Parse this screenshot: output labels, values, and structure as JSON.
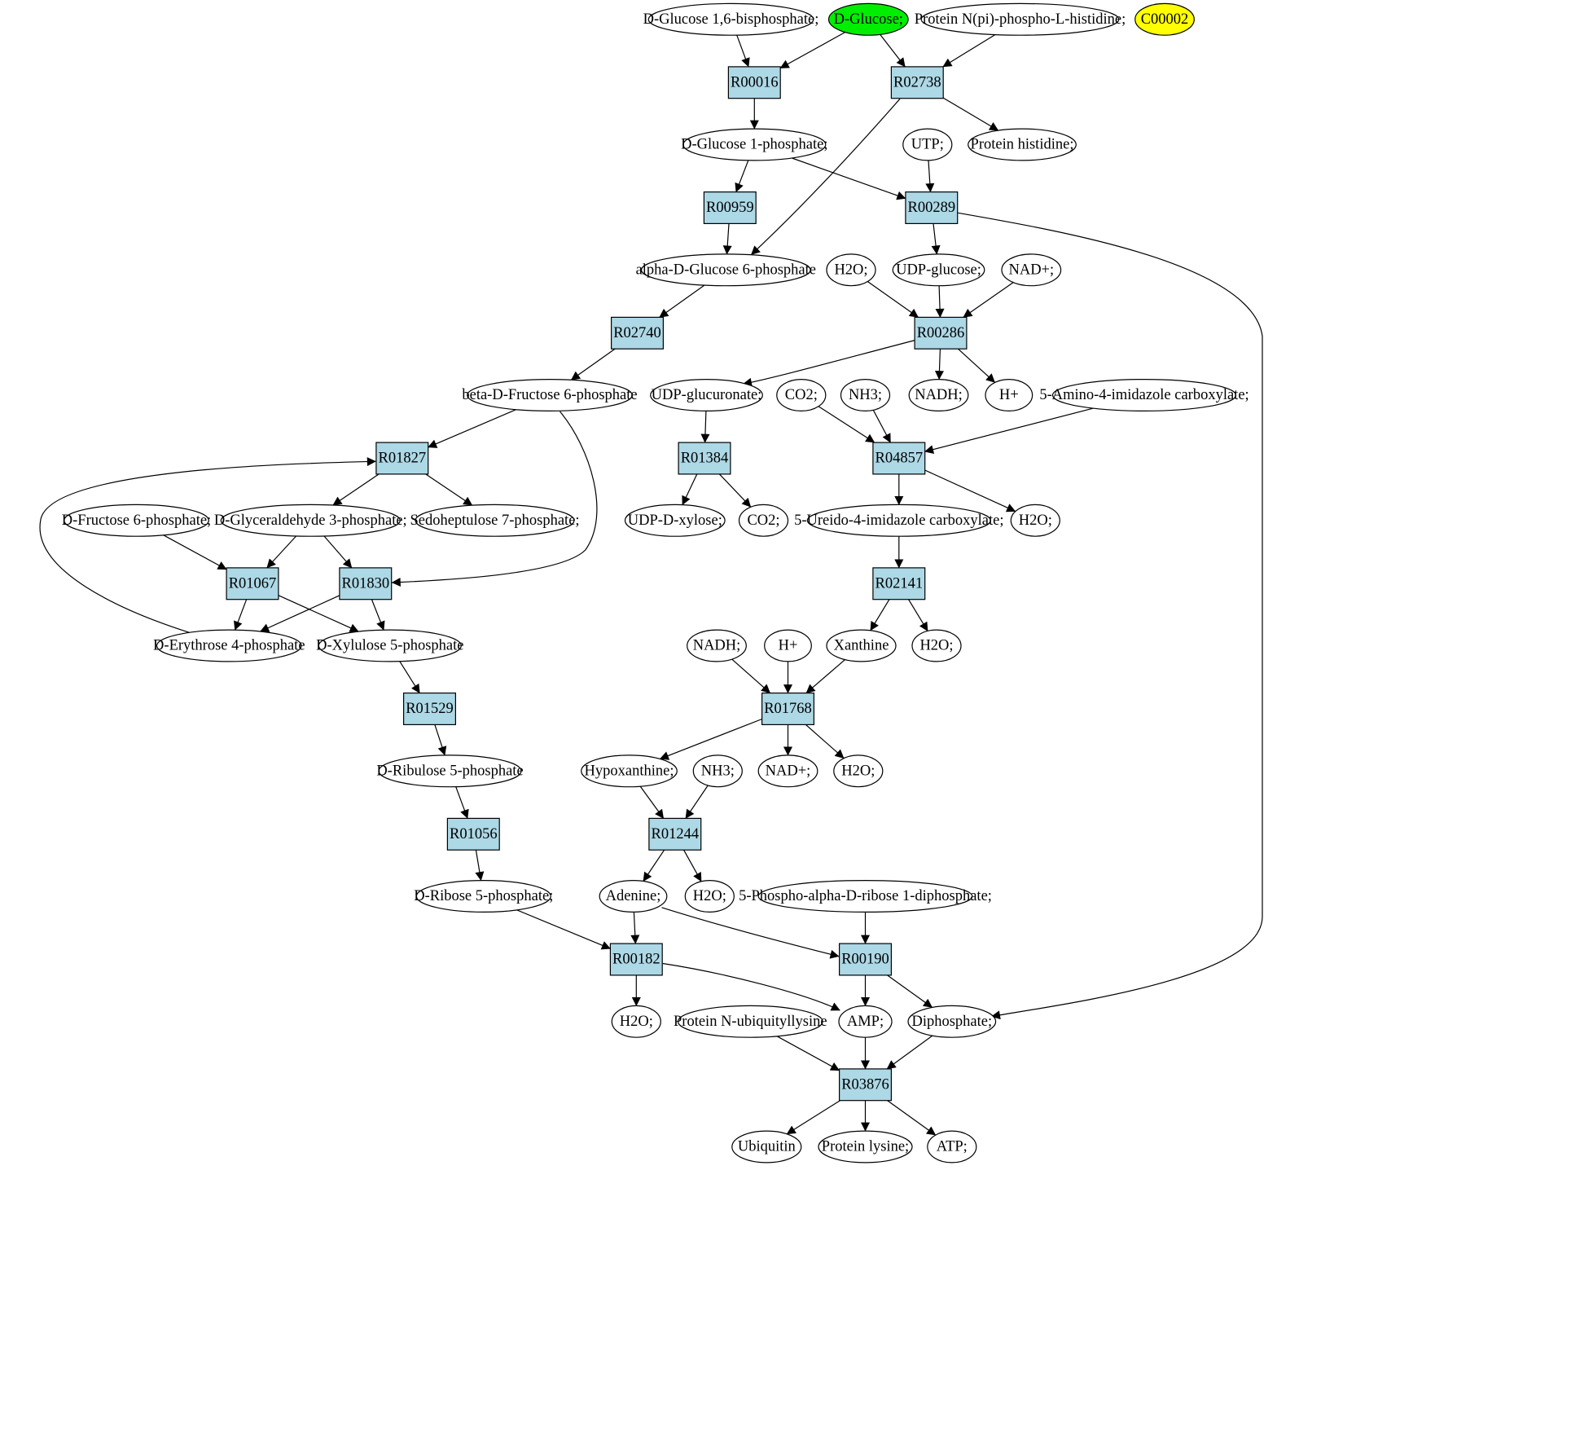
{
  "graph": {
    "colors": {
      "reaction_fill": "#add8e6",
      "compound_fill": "#ffffff",
      "highlight_green": "#00ee00",
      "highlight_yellow": "#ffff00",
      "edge": "#000000"
    },
    "reactions": [
      {
        "id": "r00016",
        "label": "R00016"
      },
      {
        "id": "r02738",
        "label": "R02738"
      },
      {
        "id": "r00959",
        "label": "R00959"
      },
      {
        "id": "r00289",
        "label": "R00289"
      },
      {
        "id": "r02740",
        "label": "R02740"
      },
      {
        "id": "r00286",
        "label": "R00286"
      },
      {
        "id": "r01827",
        "label": "R01827"
      },
      {
        "id": "r01384",
        "label": "R01384"
      },
      {
        "id": "r04857",
        "label": "R04857"
      },
      {
        "id": "r01067",
        "label": "R01067"
      },
      {
        "id": "r01830",
        "label": "R01830"
      },
      {
        "id": "r02141",
        "label": "R02141"
      },
      {
        "id": "r01529",
        "label": "R01529"
      },
      {
        "id": "r01768",
        "label": "R01768"
      },
      {
        "id": "r01056",
        "label": "R01056"
      },
      {
        "id": "r01244",
        "label": "R01244"
      },
      {
        "id": "r00182",
        "label": "R00182"
      },
      {
        "id": "r00190",
        "label": "R00190"
      },
      {
        "id": "r03876",
        "label": "R03876"
      }
    ],
    "compounds": [
      {
        "id": "c_g16bp",
        "label": "D-Glucose 1,6-bisphosphate;"
      },
      {
        "id": "c_glucose",
        "label": "D-Glucose;",
        "highlight": "green"
      },
      {
        "id": "c_protnpi",
        "label": "Protein N(pi)-phospho-L-histidine;"
      },
      {
        "id": "c_c00002",
        "label": "C00002",
        "highlight": "yellow"
      },
      {
        "id": "c_g1p",
        "label": "D-Glucose 1-phosphate;"
      },
      {
        "id": "c_utp",
        "label": "UTP;"
      },
      {
        "id": "c_prothis",
        "label": "Protein histidine;"
      },
      {
        "id": "c_ag6p",
        "label": "alpha-D-Glucose 6-phosphate"
      },
      {
        "id": "c_h2o_a",
        "label": "H2O;"
      },
      {
        "id": "c_udpglc",
        "label": "UDP-glucose;"
      },
      {
        "id": "c_nadp_a",
        "label": "NAD+;"
      },
      {
        "id": "c_bf6p",
        "label": "beta-D-Fructose 6-phosphate"
      },
      {
        "id": "c_udpglcu",
        "label": "UDP-glucuronate;"
      },
      {
        "id": "c_co2_a",
        "label": "CO2;"
      },
      {
        "id": "c_nh3_a",
        "label": "NH3;"
      },
      {
        "id": "c_nadh_a",
        "label": "NADH;"
      },
      {
        "id": "c_hplus_a",
        "label": "H+"
      },
      {
        "id": "c_aic",
        "label": "5-Amino-4-imidazole carboxylate;"
      },
      {
        "id": "c_f6p",
        "label": "D-Fructose 6-phosphate;"
      },
      {
        "id": "c_gap",
        "label": "D-Glyceraldehyde 3-phosphate;"
      },
      {
        "id": "c_s7p",
        "label": "Sedoheptulose 7-phosphate;"
      },
      {
        "id": "c_udpxyl",
        "label": "UDP-D-xylose;"
      },
      {
        "id": "c_co2_b",
        "label": "CO2;"
      },
      {
        "id": "c_uic",
        "label": "5-Ureido-4-imidazole carboxylate;"
      },
      {
        "id": "c_h2o_b",
        "label": "H2O;"
      },
      {
        "id": "c_e4p",
        "label": "D-Erythrose 4-phosphate"
      },
      {
        "id": "c_xu5p",
        "label": "D-Xylulose 5-phosphate"
      },
      {
        "id": "c_nadh_b",
        "label": "NADH;"
      },
      {
        "id": "c_hplus_b",
        "label": "H+"
      },
      {
        "id": "c_xanthine",
        "label": "Xanthine"
      },
      {
        "id": "c_h2o_c",
        "label": "H2O;"
      },
      {
        "id": "c_ru5p",
        "label": "D-Ribulose 5-phosphate"
      },
      {
        "id": "c_hypox",
        "label": "Hypoxanthine;"
      },
      {
        "id": "c_nh3_b",
        "label": "NH3;"
      },
      {
        "id": "c_nadp_b",
        "label": "NAD+;"
      },
      {
        "id": "c_h2o_d",
        "label": "H2O;"
      },
      {
        "id": "c_r5p",
        "label": "D-Ribose 5-phosphate;"
      },
      {
        "id": "c_adenine",
        "label": "Adenine;"
      },
      {
        "id": "c_h2o_e",
        "label": "H2O;"
      },
      {
        "id": "c_prpp",
        "label": "5-Phospho-alpha-D-ribose 1-diphosphate;"
      },
      {
        "id": "c_h2o_f",
        "label": "H2O;"
      },
      {
        "id": "c_protub",
        "label": "Protein N-ubiquityllysine"
      },
      {
        "id": "c_amp",
        "label": "AMP;"
      },
      {
        "id": "c_ppi",
        "label": "Diphosphate;"
      },
      {
        "id": "c_ubiquitin",
        "label": "Ubiquitin"
      },
      {
        "id": "c_protlys",
        "label": "Protein lysine;"
      },
      {
        "id": "c_atp",
        "label": "ATP;"
      }
    ],
    "edges": [
      [
        "c_g16bp",
        "r00016"
      ],
      [
        "c_glucose",
        "r00016"
      ],
      [
        "c_glucose",
        "r02738"
      ],
      [
        "c_protnpi",
        "r02738"
      ],
      [
        "r00016",
        "c_g1p"
      ],
      [
        "r02738",
        "c_prothis"
      ],
      [
        "r02738",
        "c_ag6p"
      ],
      [
        "c_g1p",
        "r00959"
      ],
      [
        "c_g1p",
        "r00289"
      ],
      [
        "c_utp",
        "r00289"
      ],
      [
        "r00959",
        "c_ag6p"
      ],
      [
        "r00289",
        "c_udpglc"
      ],
      [
        "r00289",
        "c_ppi"
      ],
      [
        "c_ag6p",
        "r02740"
      ],
      [
        "r02740",
        "c_bf6p"
      ],
      [
        "c_h2o_a",
        "r00286"
      ],
      [
        "c_udpglc",
        "r00286"
      ],
      [
        "c_nadp_a",
        "r00286"
      ],
      [
        "r00286",
        "c_udpglcu"
      ],
      [
        "r00286",
        "c_nadh_a"
      ],
      [
        "r00286",
        "c_hplus_a"
      ],
      [
        "c_bf6p",
        "r01827"
      ],
      [
        "c_bf6p",
        "r01830"
      ],
      [
        "c_e4p",
        "r01827"
      ],
      [
        "r01827",
        "c_gap"
      ],
      [
        "r01827",
        "c_s7p"
      ],
      [
        "c_udpglcu",
        "r01384"
      ],
      [
        "r01384",
        "c_udpxyl"
      ],
      [
        "r01384",
        "c_co2_b"
      ],
      [
        "c_co2_a",
        "r04857"
      ],
      [
        "c_nh3_a",
        "r04857"
      ],
      [
        "c_aic",
        "r04857"
      ],
      [
        "r04857",
        "c_uic"
      ],
      [
        "r04857",
        "c_h2o_b"
      ],
      [
        "c_f6p",
        "r01067"
      ],
      [
        "c_gap",
        "r01067"
      ],
      [
        "c_gap",
        "r01830"
      ],
      [
        "r01067",
        "c_e4p"
      ],
      [
        "r01067",
        "c_xu5p"
      ],
      [
        "r01830",
        "c_e4p"
      ],
      [
        "r01830",
        "c_xu5p"
      ],
      [
        "c_uic",
        "r02141"
      ],
      [
        "r02141",
        "c_xanthine"
      ],
      [
        "r02141",
        "c_h2o_c"
      ],
      [
        "c_xu5p",
        "r01529"
      ],
      [
        "r01529",
        "c_ru5p"
      ],
      [
        "c_nadh_b",
        "r01768"
      ],
      [
        "c_hplus_b",
        "r01768"
      ],
      [
        "c_xanthine",
        "r01768"
      ],
      [
        "r01768",
        "c_hypox"
      ],
      [
        "r01768",
        "c_nadp_b"
      ],
      [
        "r01768",
        "c_h2o_d"
      ],
      [
        "c_ru5p",
        "r01056"
      ],
      [
        "r01056",
        "c_r5p"
      ],
      [
        "c_hypox",
        "r01244"
      ],
      [
        "c_nh3_b",
        "r01244"
      ],
      [
        "r01244",
        "c_adenine"
      ],
      [
        "r01244",
        "c_h2o_e"
      ],
      [
        "c_r5p",
        "r00182"
      ],
      [
        "c_adenine",
        "r00182"
      ],
      [
        "c_adenine",
        "r00190"
      ],
      [
        "c_prpp",
        "r00190"
      ],
      [
        "r00182",
        "c_h2o_f"
      ],
      [
        "r00182",
        "c_amp"
      ],
      [
        "r00190",
        "c_amp"
      ],
      [
        "r00190",
        "c_ppi"
      ],
      [
        "c_protub",
        "r03876"
      ],
      [
        "c_amp",
        "r03876"
      ],
      [
        "c_ppi",
        "r03876"
      ],
      [
        "r03876",
        "c_ubiquitin"
      ],
      [
        "r03876",
        "c_protlys"
      ],
      [
        "r03876",
        "c_atp"
      ]
    ]
  }
}
